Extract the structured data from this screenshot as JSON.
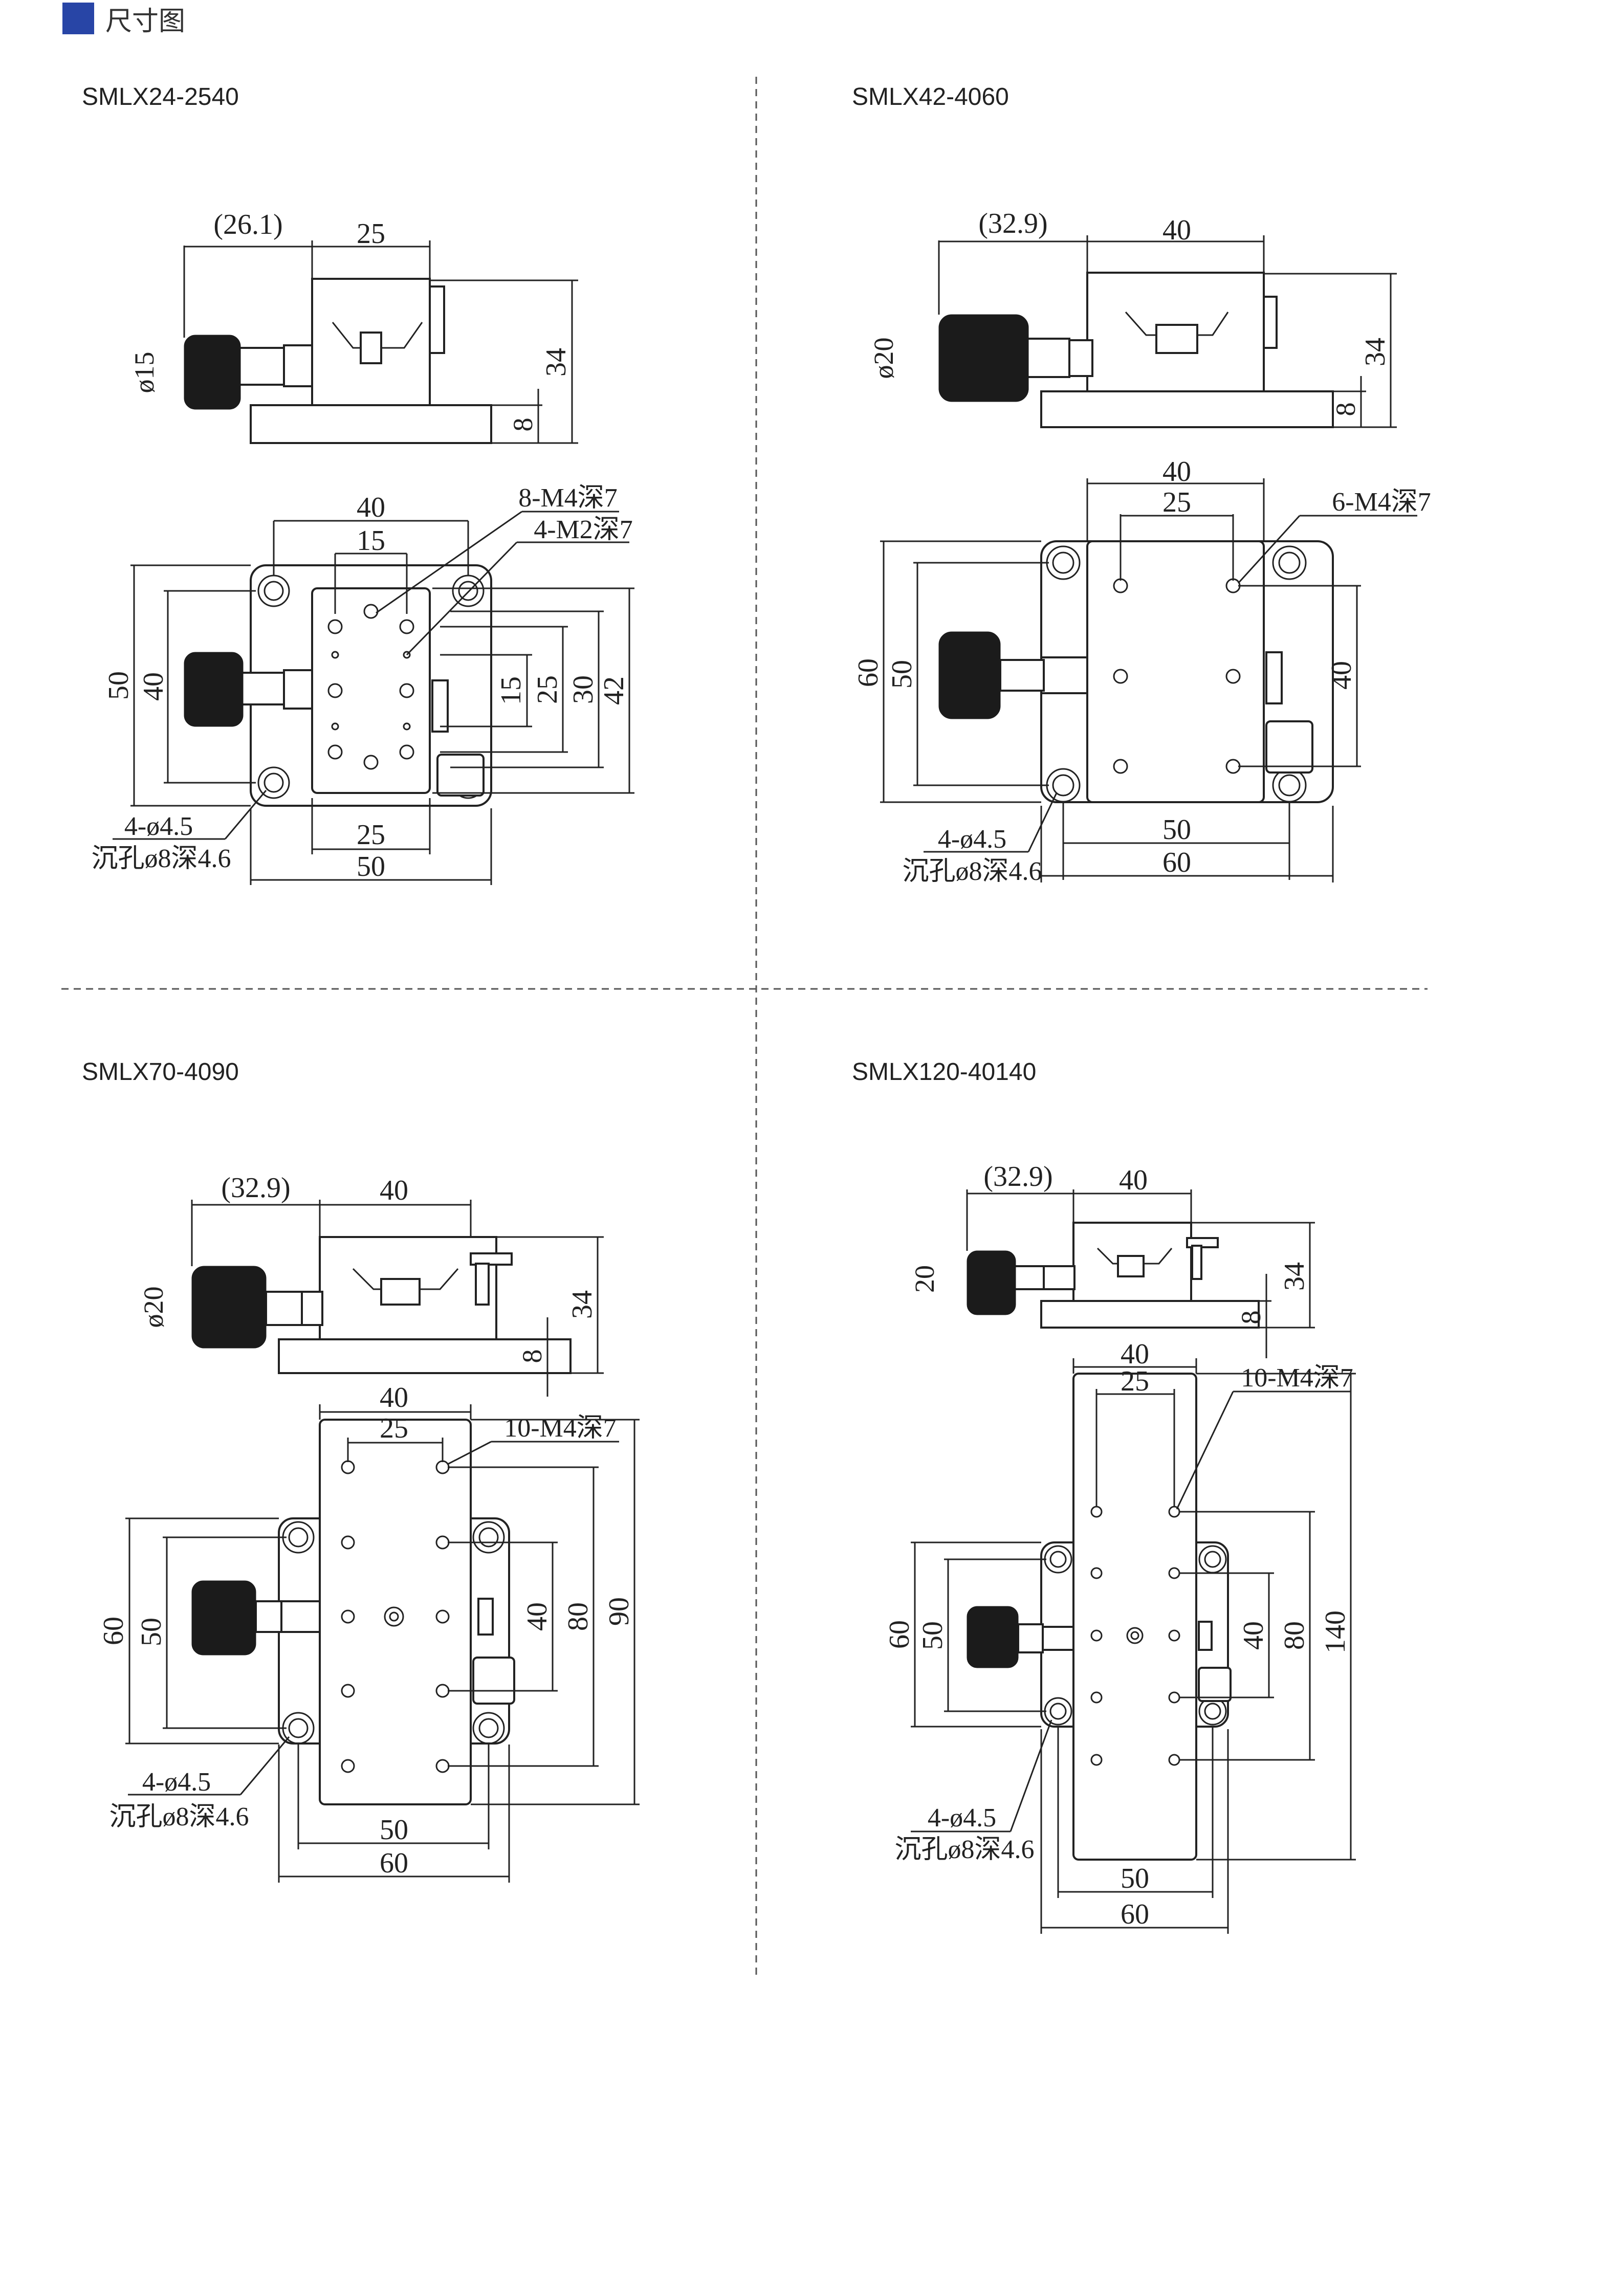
{
  "header": {
    "title": "尺寸图",
    "accent_color": "#2845a6"
  },
  "models": [
    {
      "name": "SMLX24-2540",
      "side_dims": [
        "(26.1)",
        "25",
        "ø15",
        "34",
        "8"
      ],
      "top_dims": [
        "40",
        "15",
        "50",
        "40",
        "15",
        "25",
        "30",
        "42",
        "25",
        "50"
      ],
      "callouts": [
        "8-M4深7",
        "4-M2深7",
        "4-ø4.5",
        "沉孔ø8深4.6"
      ]
    },
    {
      "name": "SMLX42-4060",
      "side_dims": [
        "(32.9)",
        "40",
        "ø20",
        "34",
        "8"
      ],
      "top_dims": [
        "40",
        "25",
        "60",
        "50",
        "40",
        "50",
        "60"
      ],
      "callouts": [
        "6-M4深7",
        "4-ø4.5",
        "沉孔ø8深4.6"
      ]
    },
    {
      "name": "SMLX70-4090",
      "side_dims": [
        "(32.9)",
        "40",
        "ø20",
        "34",
        "8"
      ],
      "top_dims": [
        "40",
        "25",
        "60",
        "50",
        "40",
        "80",
        "90",
        "50",
        "60"
      ],
      "callouts": [
        "10-M4深7",
        "4-ø4.5",
        "沉孔ø8深4.6"
      ]
    },
    {
      "name": "SMLX120-40140",
      "side_dims": [
        "(32.9)",
        "40",
        "20",
        "34",
        "8"
      ],
      "top_dims": [
        "40",
        "25",
        "60",
        "50",
        "40",
        "80",
        "140",
        "50",
        "60"
      ],
      "callouts": [
        "10-M4深7",
        "4-ø4.5",
        "沉孔ø8深4.6"
      ]
    }
  ]
}
